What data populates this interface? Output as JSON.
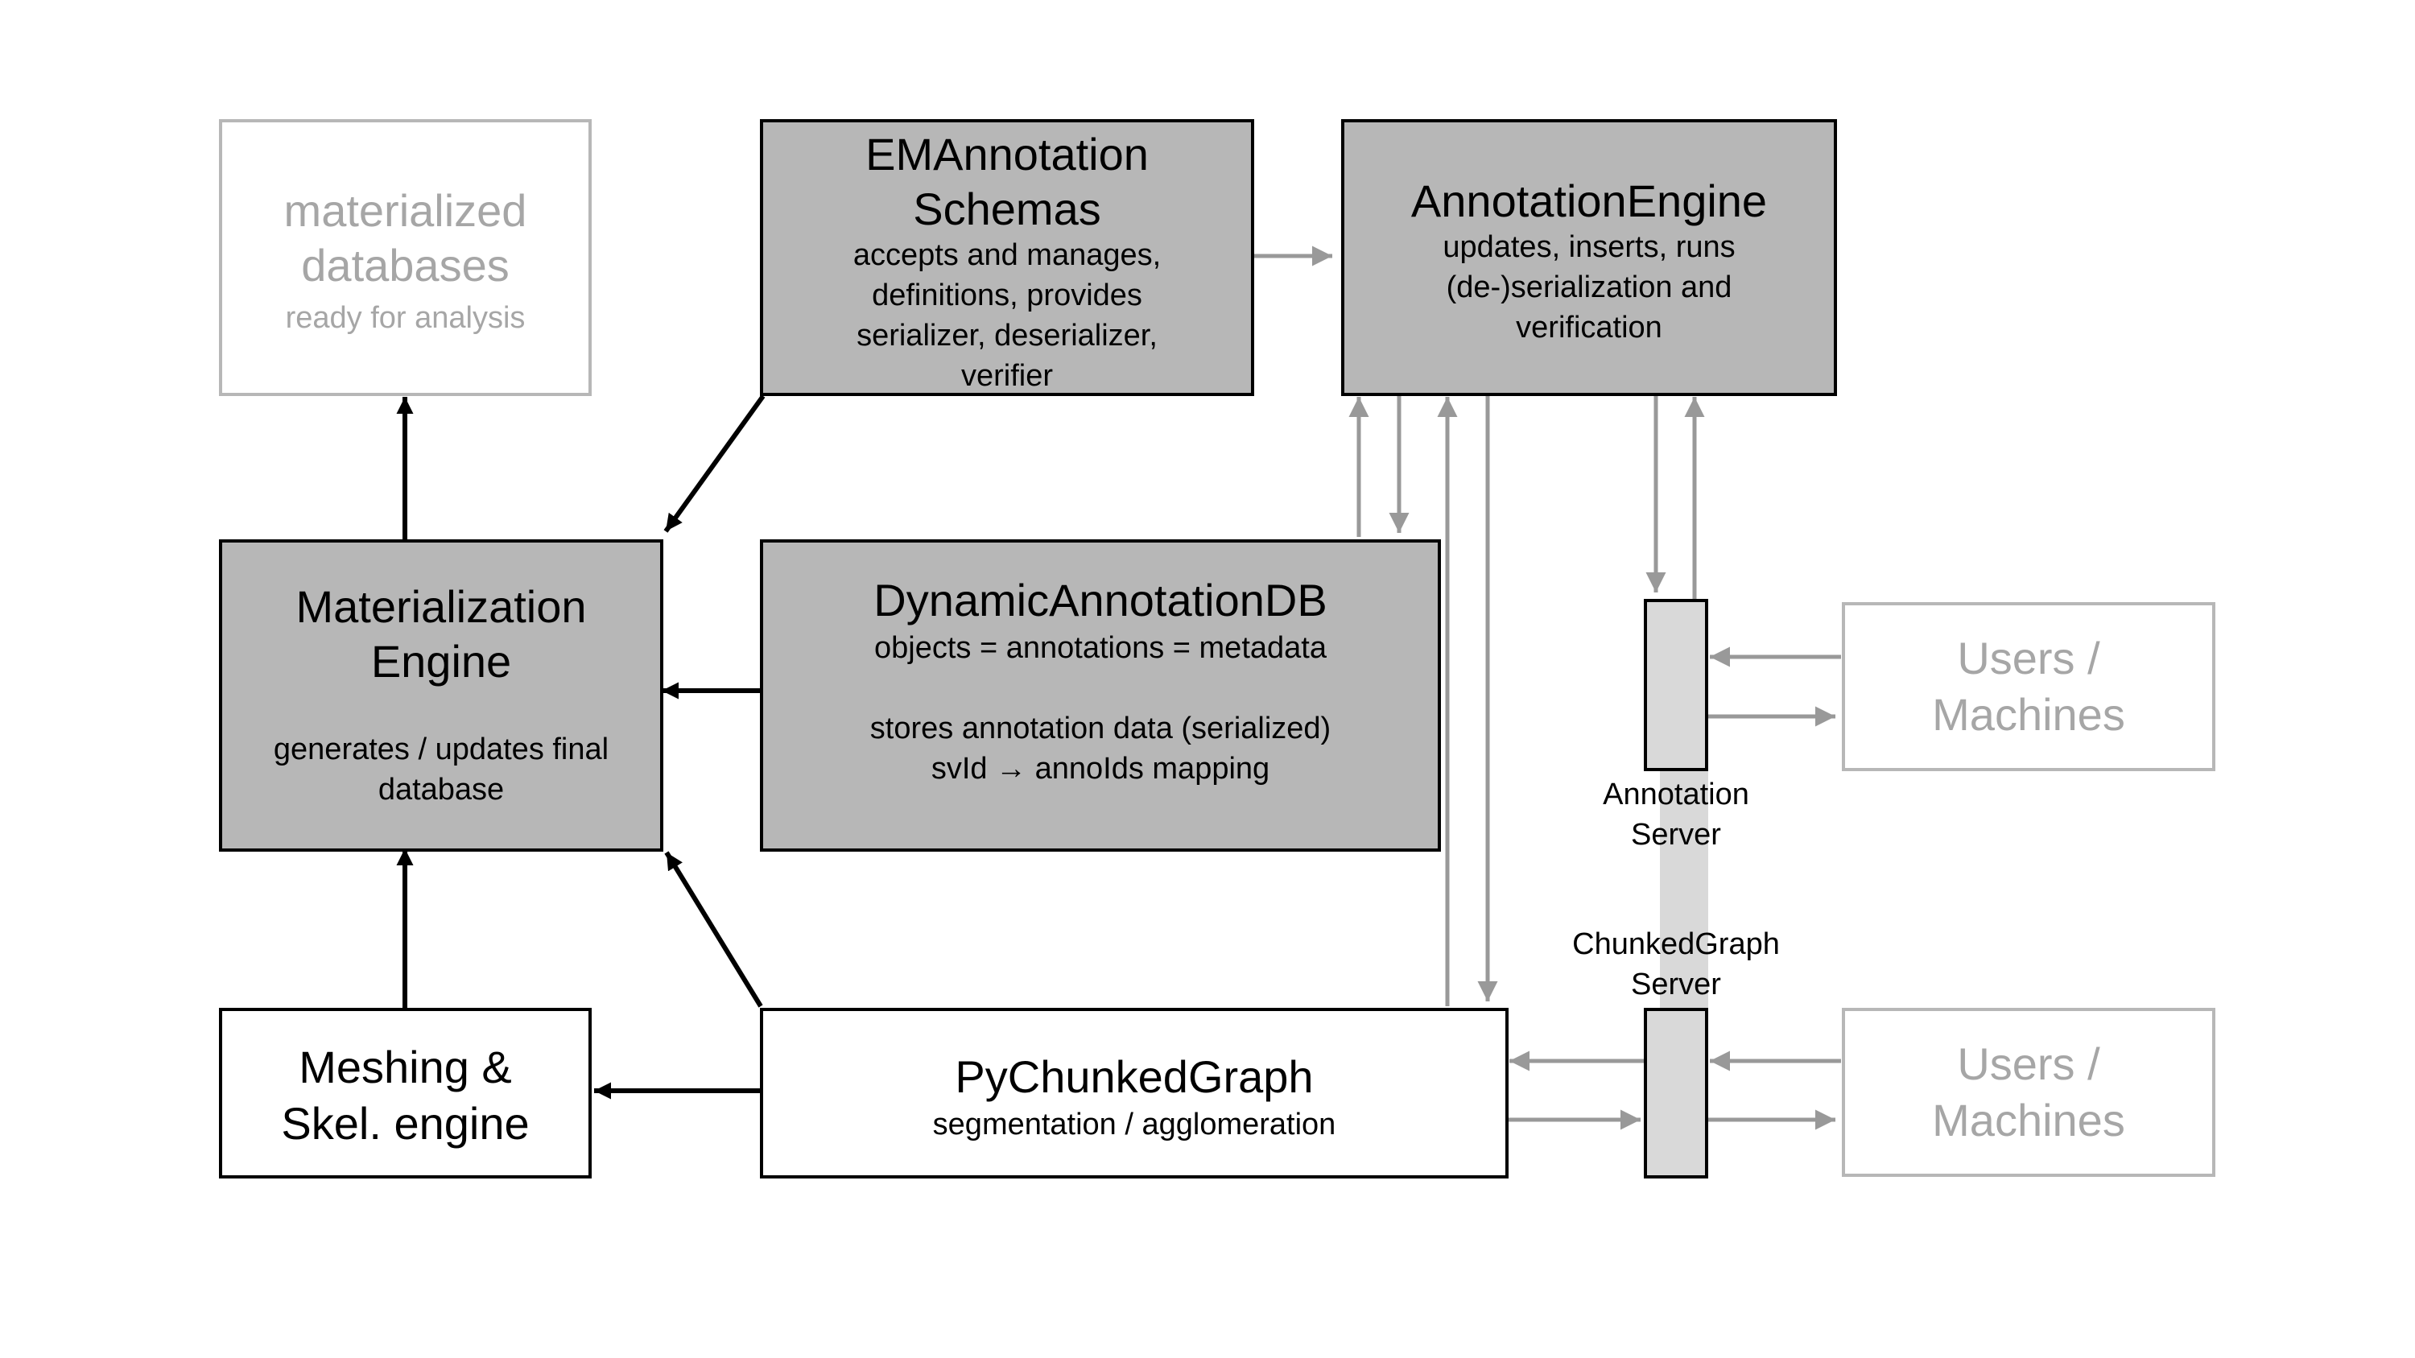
{
  "colors": {
    "dark_box_fill": "#b7b7b7",
    "server_fill": "#d9d9d9",
    "ghost_stroke": "#b7b7b7",
    "ghost_text": "#a6a6a6",
    "arrow_black": "#000000",
    "arrow_gray": "#999999"
  },
  "boxes": {
    "materialized_db": {
      "title_1": "materialized",
      "title_2": "databases",
      "subtitle": "ready for analysis"
    },
    "schemas": {
      "title_1": "EMAnnotation",
      "title_2": "Schemas",
      "desc_1": "accepts and manages,",
      "desc_2": "definitions, provides",
      "desc_3": "serializer, deserializer,",
      "desc_4": "verifier"
    },
    "annotation_engine": {
      "title": "AnnotationEngine",
      "desc_1": "updates, inserts, runs",
      "desc_2": "(de-)serialization and",
      "desc_3": "verification"
    },
    "materialization_engine": {
      "title_1": "Materialization",
      "title_2": "Engine",
      "desc_1": "generates / updates final",
      "desc_2": "database"
    },
    "dynamic_db": {
      "title": "DynamicAnnotationDB",
      "desc_1": "objects = annotations = metadata",
      "desc_2": "stores annotation data (serialized)",
      "desc_3": "svId → annoIds mapping"
    },
    "users_top": {
      "title_1": "Users /",
      "title_2": "Machines"
    },
    "meshing": {
      "title_1": "Meshing &",
      "title_2": "Skel. engine"
    },
    "pychunkedgraph": {
      "title": "PyChunkedGraph",
      "desc": "segmentation / agglomeration"
    },
    "users_bottom": {
      "title_1": "Users /",
      "title_2": "Machines"
    }
  },
  "servers": {
    "annotation": {
      "label_1": "Annotation",
      "label_2": "Server"
    },
    "chunkedgraph": {
      "label_1": "ChunkedGraph",
      "label_2": "Server"
    }
  }
}
